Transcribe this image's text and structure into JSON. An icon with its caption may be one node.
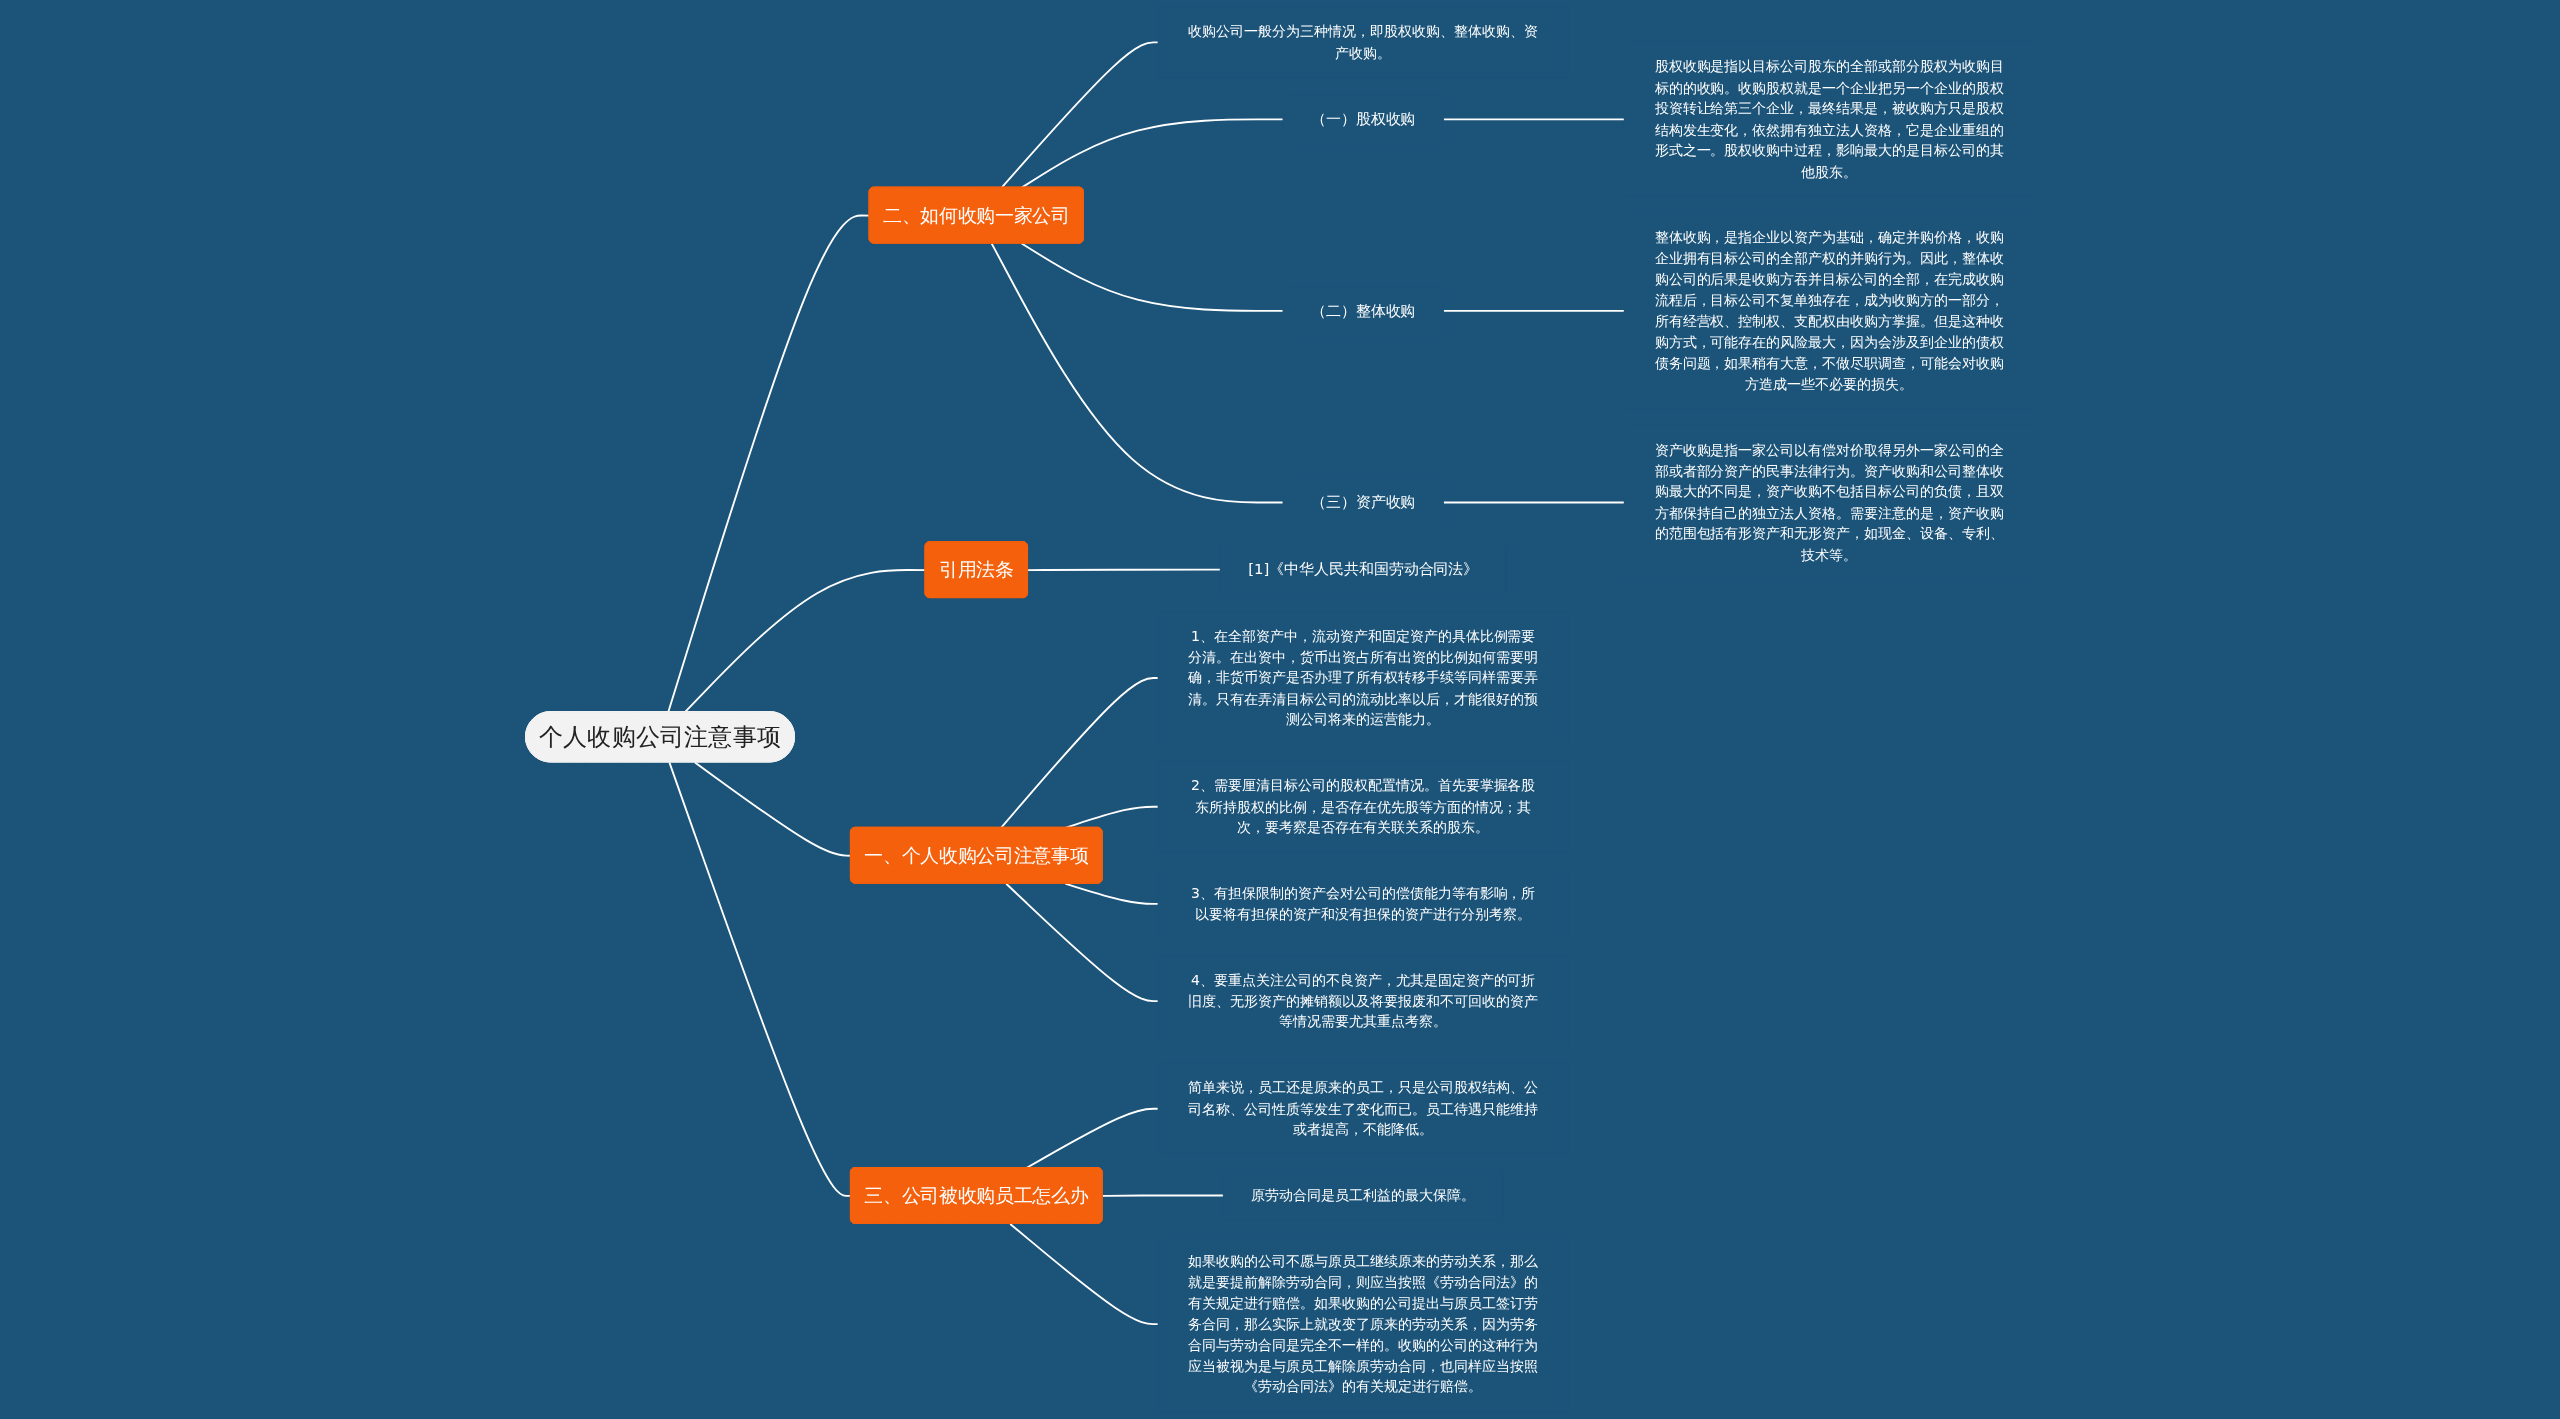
{
  "diagram": {
    "nodes": [
      {
        "text": [
          "个人收购公司注意事项"
        ]
      },
      {
        "text": [
          "二、如何收购一家公司"
        ]
      },
      {
        "text": [
          "收购公司一般分为三种情况，即股权收购、整体收购、资产收购。"
        ]
      },
      {
        "text": [
          "（一）股权收购"
        ]
      },
      {
        "text": [
          "股权收购是指以目标公司股东的全部或部分股权为收购目标的的收购。收购股权就是一个企业把另一个企业的股权投资转让给第三个企业，最终结果是，被收购方只是股权结构发生变化，依然拥有独立法人资格，它是企业重组的形式之一。股权收购中过程，影响最大的是目标公司的其他股东。"
        ]
      },
      {
        "text": [
          "（二）整体收购"
        ]
      },
      {
        "text": [
          "整体收购，是指企业以资产为基础，确定并购价格，收购企业拥有目标公司的全部产权的并购行为。因此，整体收购公司的后果是收购方吞并目标公司的全部，在完成收购流程后，目标公司不复单独存在，成为收购方的一部分，所有经营权、控制权、支配权由收购方掌握。但是这种收购方式，可能存在的风险最大，因为会涉及到企业的债权债务问题，如果稍有大意，不做尽职调查，可能会对收购方造成一些不必要的损失。"
        ]
      },
      {
        "text": [
          "（三）资产收购"
        ]
      },
      {
        "text": [
          "资产收购是指一家公司以有偿对价取得另外一家公司的全部或者部分资产的民事法律行为。资产收购和公司整体收购最大的不同是，资产收购不包括目标公司的负债，且双方都保持自己的独立法人资格。需要注意的是，资产收购的范围包括有形资产和无形资产，如现金、设备、专利、技术等。"
        ]
      },
      {
        "text": [
          "引用法条"
        ]
      },
      {
        "text": [
          "[1]《中华人民共和国劳动合同法》"
        ]
      },
      {
        "text": [
          "一、个人收购公司注意事项"
        ]
      },
      {
        "text": [
          "1、在全部资产中，流动资产和固定资产的具体比例需要分清。在出资中，货币出资占所有出资的比例如何需要明确，非货币资产是否办理了所有权转移手续等同样需要弄清。只有在弄清目标公司的流动比率以后，才能很好的预测公司将来的运营能力。"
        ]
      },
      {
        "text": [
          "2、需要厘清目标公司的股权配置情况。首先要掌握各股东所持股权的比例，是否存在优先股等方面的情况；其次，要考察是否存在有关联关系的股东。"
        ]
      },
      {
        "text": [
          "3、有担保限制的资产会对公司的偿债能力等有影响，所以要将有担保的资产和没有担保的资产进行分别考察。"
        ]
      },
      {
        "text": [
          "4、要重点关注公司的不良资产，尤其是固定资产的可折旧度、无形资产的摊销额以及将要报废和不可回收的资产等情况需要尤其重点考察。"
        ]
      },
      {
        "text": [
          "三、公司被收购员工怎么办"
        ]
      },
      {
        "text": [
          "简单来说，员工还是原来的员工，只是公司股权结构、公司名称、公司性质等发生了变化而已。员工待遇只能维持或者提高，不能降低。"
        ]
      },
      {
        "text": [
          "原劳动合同是员工利益的最大保障。"
        ]
      },
      {
        "text": [
          "如果收购的公司不愿与原员工继续原来的劳动关系，那么就是要提前解除劳动合同，则应当按照《劳动合同法》的有关规定进行赔偿。如果收购的公司提出与原员工签订劳务合同，那么实际上就改变了原来的劳动关系，因为劳务合同与劳动合同是完全不一样的。收购的公司的这种行为应当被视为是与原员工解除原劳动合同，也同样应当按照《劳动合同法》的有关规定进行赔偿。"
        ]
      }
    ],
    "edges": [
      {
        "from": 0,
        "to": 1,
        "arrow": "none"
      },
      {
        "from": 1,
        "to": 2,
        "arrow": "none"
      },
      {
        "from": 1,
        "to": 3,
        "arrow": "none"
      },
      {
        "from": 3,
        "to": 4,
        "arrow": "none"
      },
      {
        "from": 1,
        "to": 5,
        "arrow": "none"
      },
      {
        "from": 5,
        "to": 6,
        "arrow": "none"
      },
      {
        "from": 1,
        "to": 7,
        "arrow": "none"
      },
      {
        "from": 7,
        "to": 8,
        "arrow": "none"
      },
      {
        "from": 0,
        "to": 9,
        "arrow": "none"
      },
      {
        "from": 9,
        "to": 10,
        "arrow": "none"
      },
      {
        "from": 0,
        "to": 11,
        "arrow": "none"
      },
      {
        "from": 11,
        "to": 12,
        "arrow": "none"
      },
      {
        "from": 11,
        "to": 13,
        "arrow": "none"
      },
      {
        "from": 11,
        "to": 14,
        "arrow": "none"
      },
      {
        "from": 11,
        "to": 15,
        "arrow": "none"
      },
      {
        "from": 0,
        "to": 16,
        "arrow": "none"
      },
      {
        "from": 16,
        "to": 17,
        "arrow": "none"
      },
      {
        "from": 16,
        "to": 18,
        "arrow": "none"
      },
      {
        "from": 16,
        "to": 19,
        "arrow": "none"
      }
    ]
  }
}
